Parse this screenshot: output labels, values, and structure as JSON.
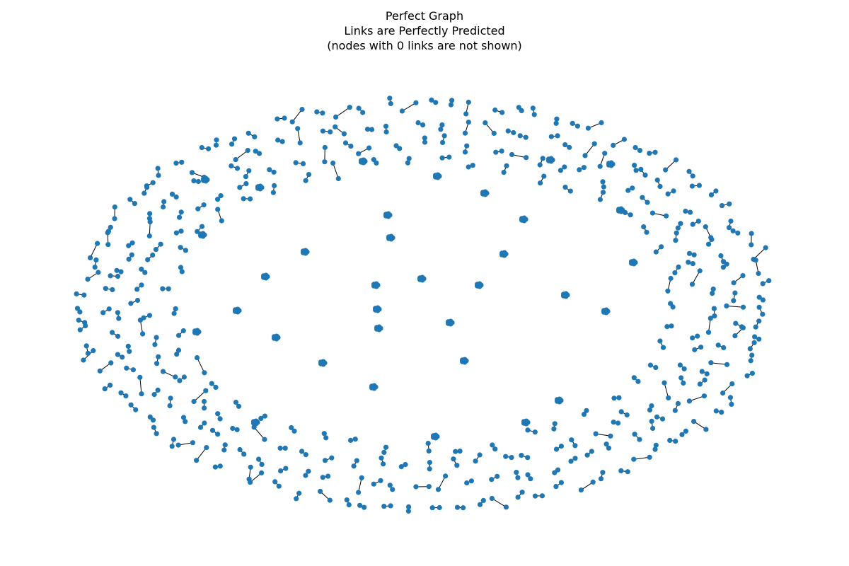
{
  "title": {
    "line1": "Perfect Graph",
    "line2": "Links are Perfectly Predicted",
    "line3": "(nodes with 0 links are not shown)"
  },
  "graph": {
    "node_color": "#1f77b4",
    "edge_color": "#000000",
    "layout": "two components per pair arranged in an outer ring with tight clusters in the interior"
  }
}
